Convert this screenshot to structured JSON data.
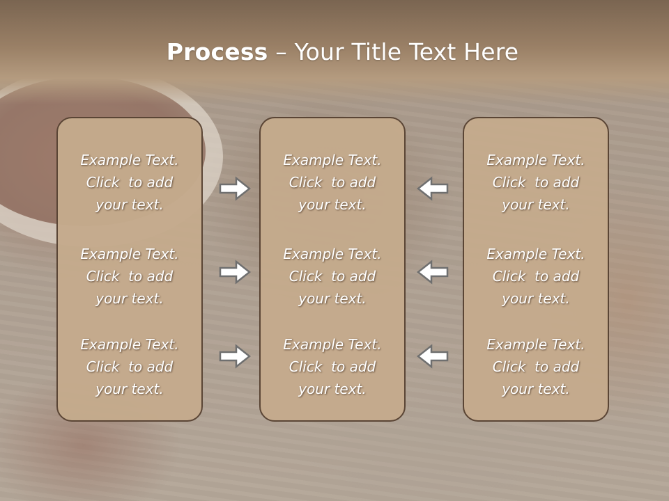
{
  "slide": {
    "title_bold": "Process",
    "title_rest": " – Your Title Text Here"
  },
  "columns": [
    {
      "items": [
        {
          "line1": "Example Text.",
          "line2": "Click  to add",
          "line3": "your text."
        },
        {
          "line1": "Example Text.",
          "line2": "Click  to add",
          "line3": "your text."
        },
        {
          "line1": "Example Text.",
          "line2": "Click  to add",
          "line3": "your text."
        }
      ]
    },
    {
      "items": [
        {
          "line1": "Example Text.",
          "line2": "Click  to add",
          "line3": "your text."
        },
        {
          "line1": "Example Text.",
          "line2": "Click  to add",
          "line3": "your text."
        },
        {
          "line1": "Example Text.",
          "line2": "Click  to add",
          "line3": "your text."
        }
      ]
    },
    {
      "items": [
        {
          "line1": "Example Text.",
          "line2": "Click  to add",
          "line3": "your text."
        },
        {
          "line1": "Example Text.",
          "line2": "Click  to add",
          "line3": "your text."
        },
        {
          "line1": "Example Text.",
          "line2": "Click  to add",
          "line3": "your text."
        }
      ]
    }
  ],
  "arrows": {
    "left_group": [
      "arrow-right-icon",
      "arrow-right-icon",
      "arrow-right-icon"
    ],
    "right_group": [
      "arrow-left-icon",
      "arrow-left-icon",
      "arrow-left-icon"
    ]
  },
  "colors": {
    "banner": "#9a8066",
    "box_fill": "#c4aa8c",
    "box_border": "#5a4535",
    "text": "#ffffff"
  }
}
